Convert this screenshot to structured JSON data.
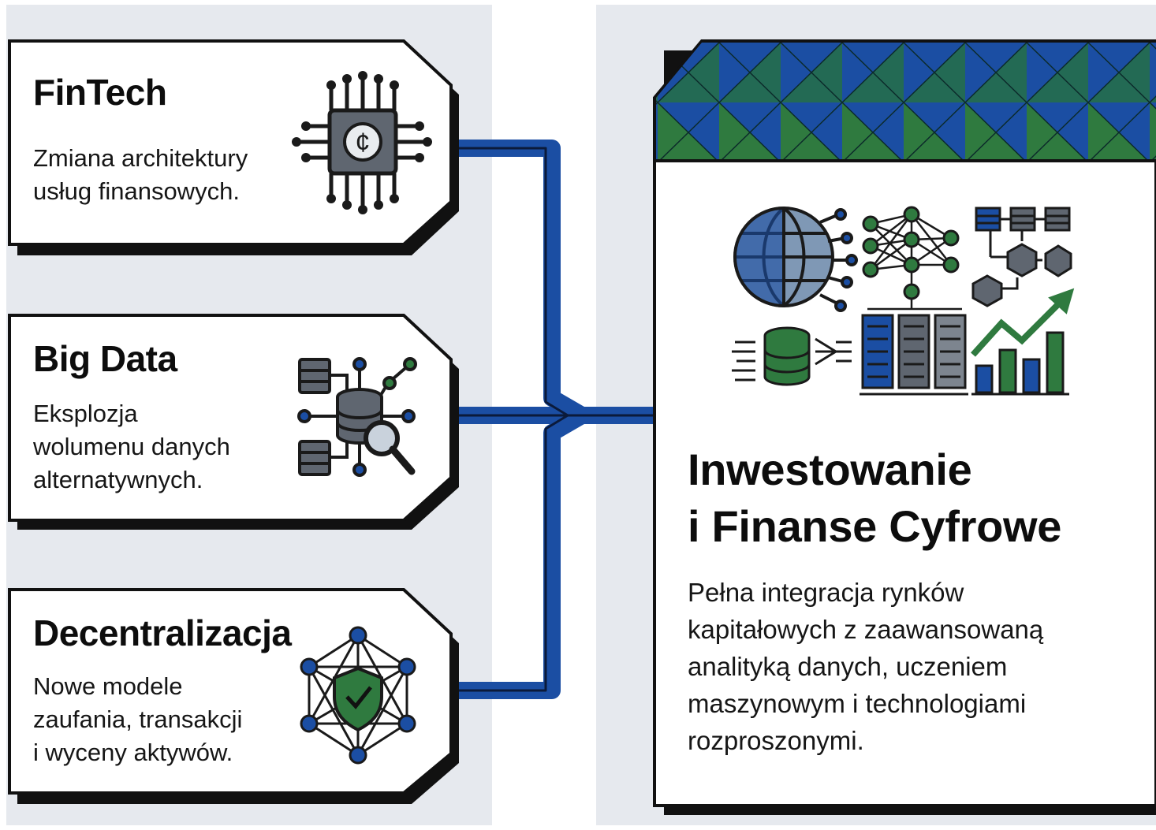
{
  "cards": [
    {
      "title": "FinTech",
      "description": "Zmiana architektury\nusług finansowych.",
      "icon": "chip-coin-icon"
    },
    {
      "title": "Big Data",
      "description": "Eksplozja\nwolumenu danych\nalternatywnych.",
      "icon": "database-search-icon"
    },
    {
      "title": "Decentralizacja",
      "description": "Nowe modele\nzaufania, transakcji\ni wyceny aktywów.",
      "icon": "network-shield-icon"
    }
  ],
  "result": {
    "title": "Inwestowanie\ni Finanse Cyfrowe",
    "description": "Pełna integracja rynków\nkapitałowych z zaawansowaną\nanalityką danych, uczeniem\nmaszynowym i technologiami\nrozproszonymi.",
    "icons": [
      "globe-network-icon",
      "neural-network-icon",
      "blockchain-icon",
      "database-stream-icon",
      "server-rack-icon",
      "growth-chart-icon"
    ]
  },
  "colors": {
    "blue": "#1b4ea3",
    "green": "#2f7a3f",
    "dark": "#111111",
    "gray": "#5f6670"
  }
}
